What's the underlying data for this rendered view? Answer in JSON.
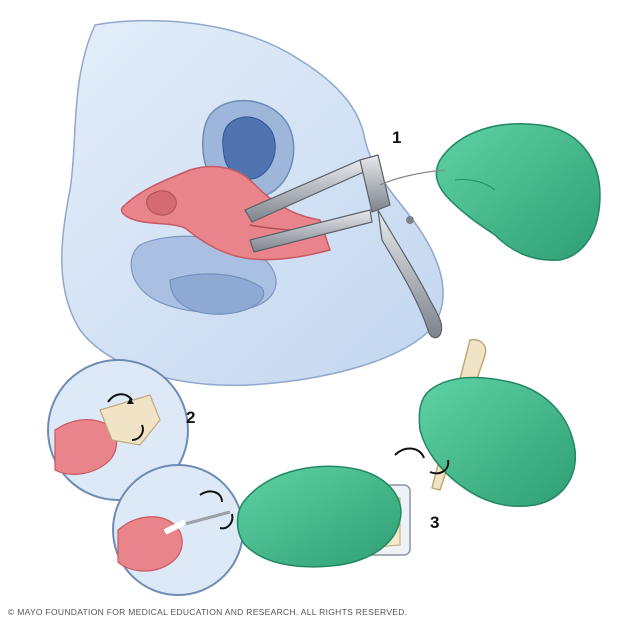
{
  "steps": [
    {
      "label": "1"
    },
    {
      "label": "2"
    },
    {
      "label": "3"
    }
  ],
  "copyright": "© MAYO FOUNDATION FOR MEDICAL EDUCATION AND RESEARCH. ALL RIGHTS RESERVED.",
  "colors": {
    "body_tissue": "#cfe0f5",
    "body_outline": "#8fa8cc",
    "organ_pink": "#e8848a",
    "organ_dark": "#c85a62",
    "glove_green": "#3fbf8f",
    "glove_shadow": "#2a9a70",
    "metal": "#9aa0a8",
    "inset_bg": "#dde9f7"
  },
  "icons": [
    "speculum-icon",
    "gloved-hand-icon",
    "spatula-icon",
    "cytobrush-icon",
    "specimen-vial-icon",
    "rotate-arrow-icon"
  ]
}
